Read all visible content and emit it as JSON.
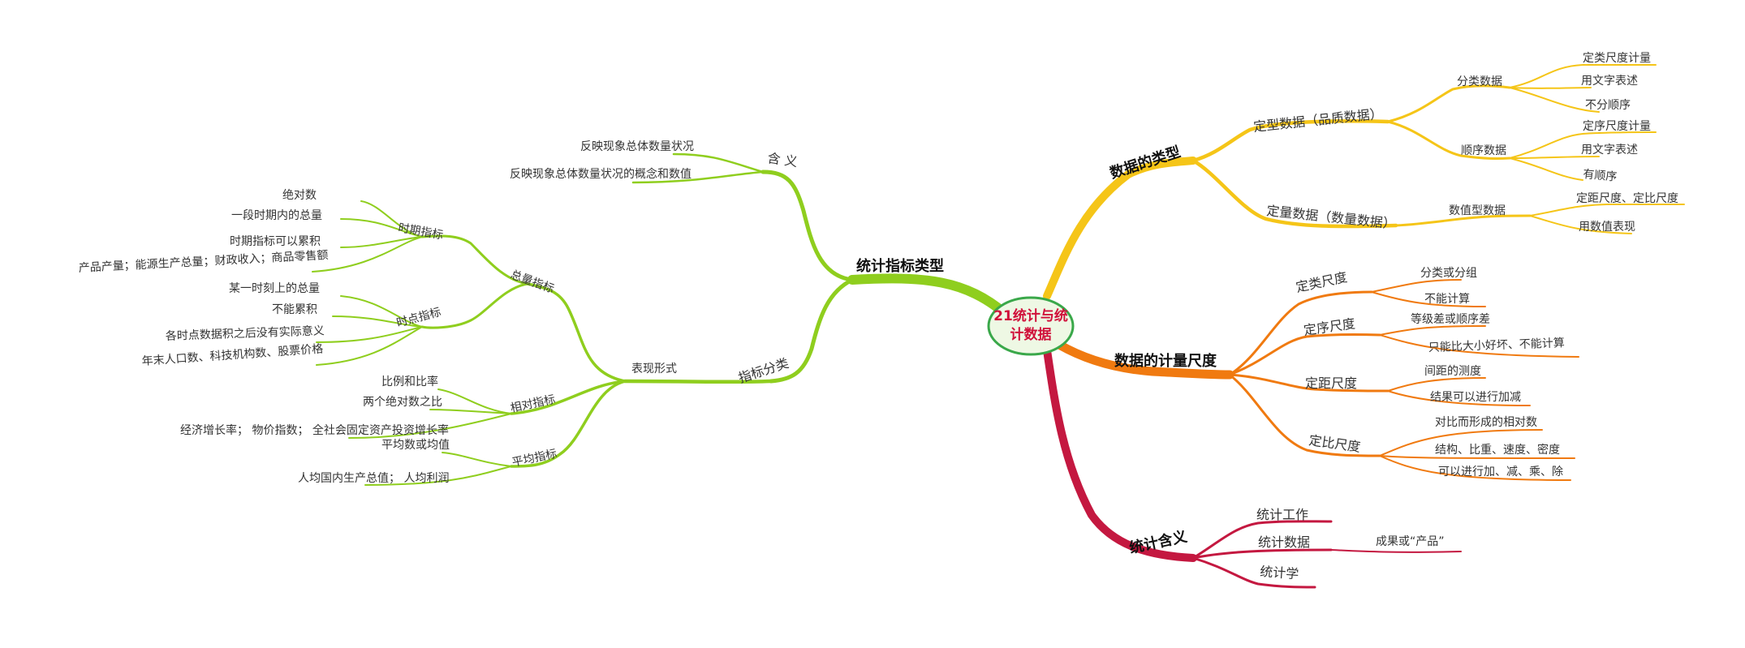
{
  "central": {
    "line1": "21统计与统",
    "line2": "计数据"
  },
  "colors": {
    "green": "#8fce1e",
    "yellow": "#f5c518",
    "orange": "#f07a10",
    "crimson": "#c41840",
    "root_fill": "#eef8e4",
    "root_border": "#3aa84a"
  },
  "left": {
    "main": "统计指标类型",
    "meaning": {
      "label": "含 义",
      "items": [
        "反映现象总体数量状况",
        "反映现象总体数量状况的概念和数值"
      ]
    },
    "classification": {
      "label": "指标分类",
      "form": {
        "label": "表现形式",
        "total": {
          "label": "总量指标",
          "period": {
            "label": "时期指标",
            "items": [
              "绝对数",
              "一段时期内的总量",
              "时期指标可以累积",
              "产品产量；能源生产总量；财政收入；商品零售额"
            ]
          },
          "point": {
            "label": "时点指标",
            "items": [
              "某一时刻上的总量",
              "不能累积",
              "各时点数据积之后没有实际意义",
              "年末人口数、科技机构数、股票价格"
            ]
          }
        },
        "relative": {
          "label": "相对指标",
          "items": [
            "比例和比率",
            "两个绝对数之比",
            "经济增长率； 物价指数； 全社会固定资产投资增长率"
          ]
        },
        "average": {
          "label": "平均指标",
          "items": [
            "平均数或均值",
            "人均国内生产总值； 人均利润"
          ]
        }
      }
    }
  },
  "right": {
    "types": {
      "label": "数据的类型",
      "qualitative": {
        "label": "定型数据（品质数据）",
        "categorical": {
          "label": "分类数据",
          "items": [
            "定类尺度计量",
            "用文字表述",
            "不分顺序"
          ]
        },
        "ordinal": {
          "label": "顺序数据",
          "items": [
            "定序尺度计量",
            "用文字表述",
            "有顺序"
          ]
        }
      },
      "quantitative": {
        "label": "定量数据（数量数据）",
        "numeric": {
          "label": "数值型数据",
          "items": [
            "定距尺度、定比尺度",
            "用数值表现"
          ]
        }
      }
    },
    "scales": {
      "label": "数据的计量尺度",
      "nominal": {
        "label": "定类尺度",
        "items": [
          "分类或分组",
          "不能计算"
        ]
      },
      "ordinal": {
        "label": "定序尺度",
        "items": [
          "等级差或顺序差",
          "只能比大小好坏、不能计算"
        ]
      },
      "interval": {
        "label": "定距尺度",
        "items": [
          "间距的测度",
          "结果可以进行加减"
        ]
      },
      "ratio": {
        "label": "定比尺度",
        "items": [
          "对比而形成的相对数",
          "结构、比重、速度、密度",
          "可以进行加、减、乘、除"
        ]
      }
    },
    "meaning": {
      "label": "统计含义",
      "work": "统计工作",
      "data": "统计数据",
      "data_result": "成果或“产品”",
      "science": "统计学"
    }
  }
}
